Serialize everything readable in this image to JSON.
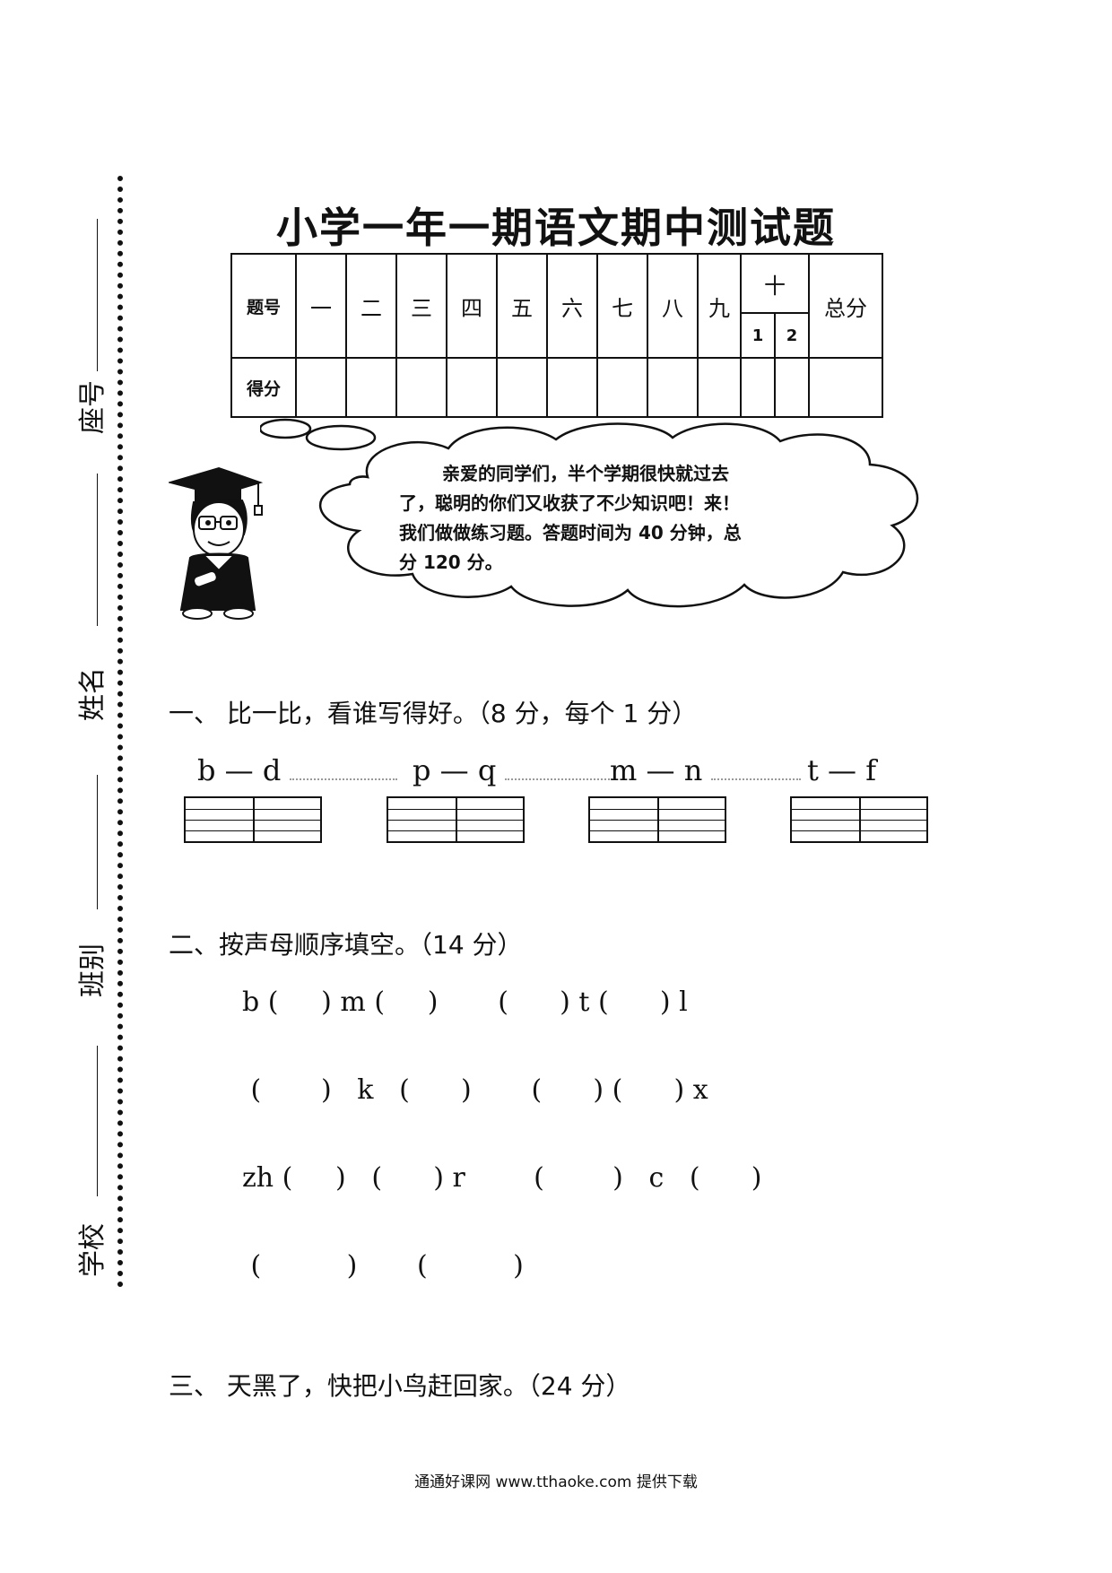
{
  "side": {
    "seat": "座号",
    "name": "姓名",
    "class": "班别",
    "school": "学校"
  },
  "title": "小学一年一期语文期中测试题",
  "score_table": {
    "row1_label": "题号",
    "row2_label": "得分",
    "columns": [
      "一",
      "二",
      "三",
      "四",
      "五",
      "六",
      "七",
      "八",
      "九"
    ],
    "ten": "十",
    "ten_subs": [
      "1",
      "2"
    ],
    "total": "总分"
  },
  "intro": {
    "line1": "亲爱的同学们，半个学期很快就过去",
    "line2": "了，聪明的你们又收获了不少知识吧！来！",
    "line3": "我们做做练习题。答题时间为 40 分钟，总",
    "line4": "分 120 分。"
  },
  "section1": {
    "heading": "一、   比一比，看谁写得好。（8 分，每个 1 分）",
    "pairs": [
      "b — d",
      "p — q",
      "m — n",
      "t — f"
    ]
  },
  "section2": {
    "heading": "二、按声母顺序填空。（14 分）",
    "rows": [
      "b (     ) m (     )       (      ) t (      ) l",
      " (       )   k   (      )       (      ) (      ) x",
      "zh (     )   (      ) r        (        )   c   (      )",
      " (          )       (          )"
    ]
  },
  "section3": {
    "heading": "三、  天黑了，快把小鸟赶回家。（24 分）"
  },
  "footer": "通通好课网  www.tthaoke.com  提供下载"
}
